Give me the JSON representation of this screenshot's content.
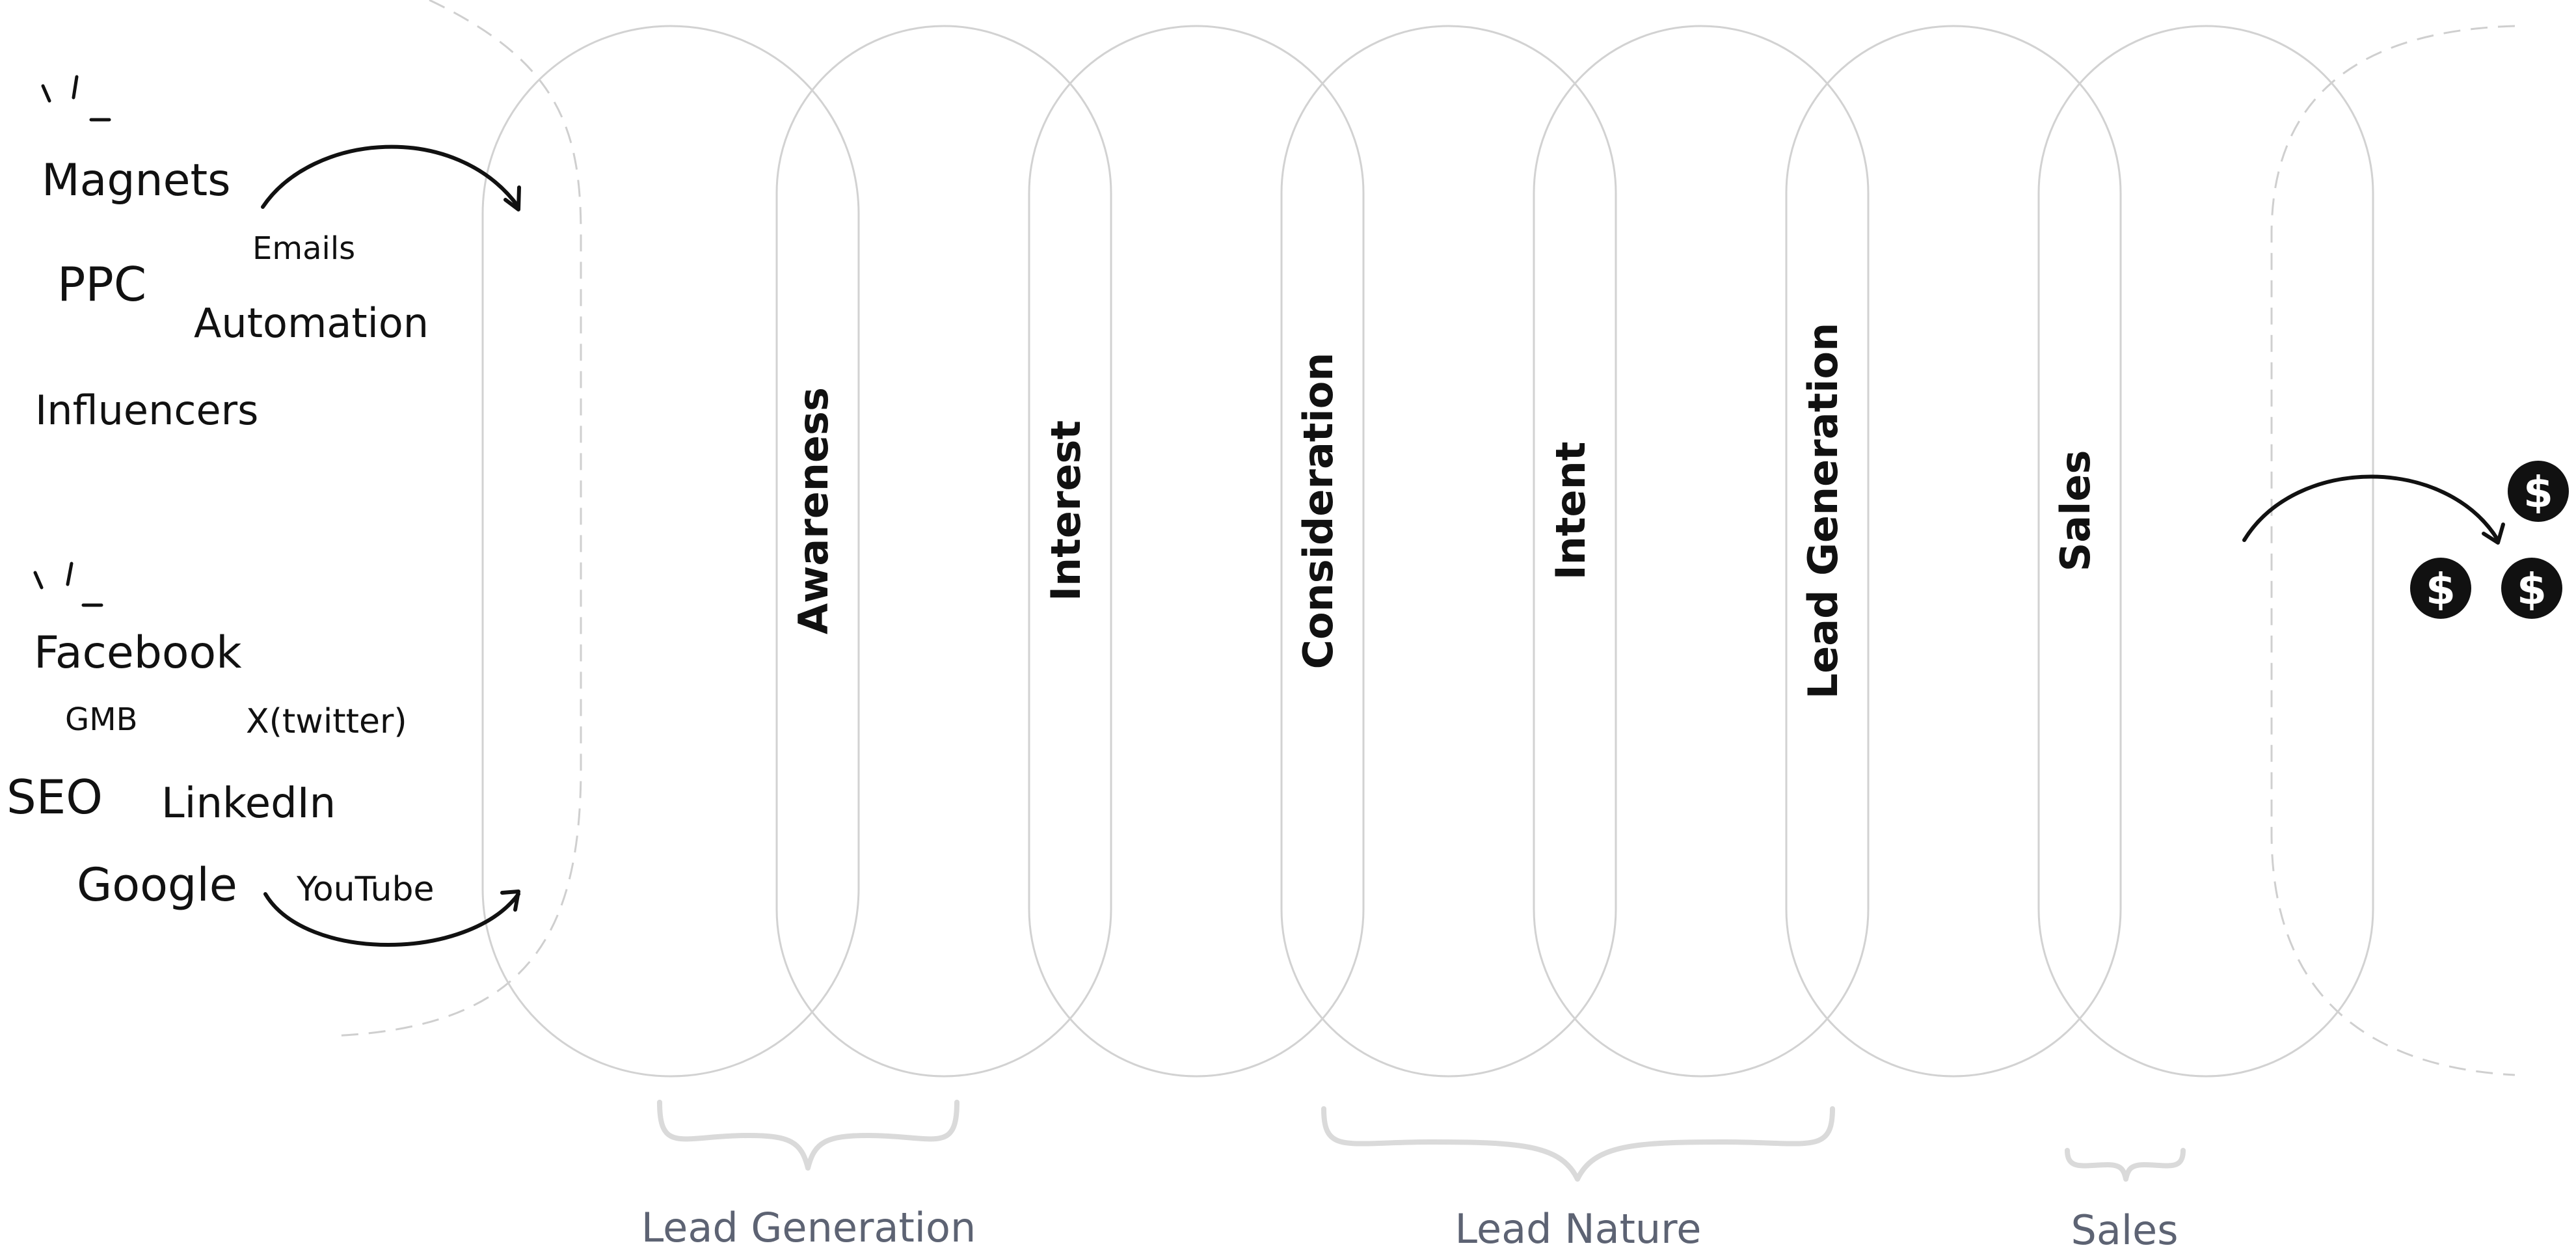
{
  "marketing_channels": {
    "group_one": {
      "magnets": "Magnets",
      "ppc": "PPC",
      "emails": "Emails",
      "automation": "Automation",
      "influencers": "Influencers"
    },
    "group_two": {
      "facebook": "Facebook",
      "gmb": "GMB",
      "x_twitter": "X(twitter)",
      "seo": "SEO",
      "linkedin": "LinkedIn",
      "google": "Google",
      "youtube": "YouTube"
    }
  },
  "funnel_stages": [
    {
      "label": "Awareness"
    },
    {
      "label": "Interest"
    },
    {
      "label": "Consideration"
    },
    {
      "label": "Intent"
    },
    {
      "label": "Lead Generation"
    },
    {
      "label": "Sales"
    }
  ],
  "stage_groups": [
    {
      "label": "Lead Generation"
    },
    {
      "label": "Lead Nature"
    },
    {
      "label": "Sales"
    }
  ],
  "revenue_icons": {
    "icon": "dollar-coin-icon",
    "symbol": "$",
    "count": 3
  },
  "colors": {
    "outline": "#d2d2d2",
    "text": "#111111",
    "group_label": "#5d6373",
    "brace": "#dadada"
  }
}
